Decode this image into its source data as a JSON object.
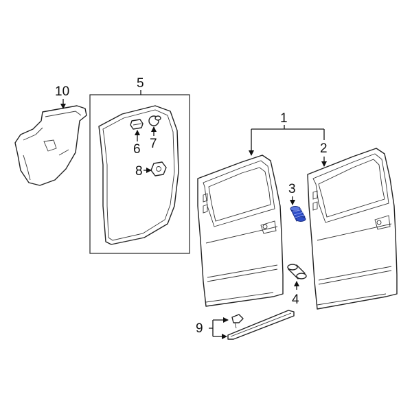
{
  "callouts": {
    "c1": "1",
    "c2": "2",
    "c3": "3",
    "c4": "4",
    "c5": "5",
    "c6": "6",
    "c7": "7",
    "c8": "8",
    "c9": "9",
    "c10": "10"
  },
  "colors": {
    "highlight_part": "#2f4fc8",
    "line": "#222222",
    "background": "#ffffff"
  }
}
